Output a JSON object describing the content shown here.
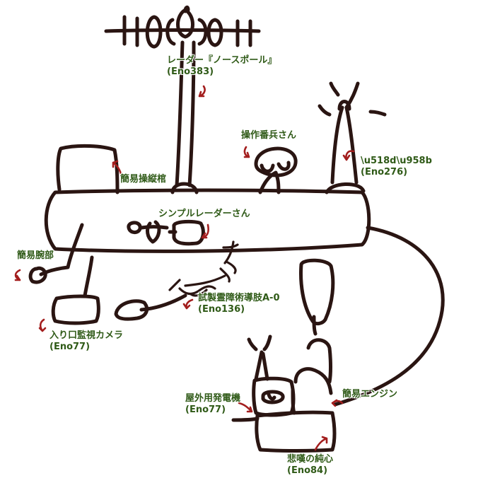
{
  "colors": {
    "ink": "#2a1512",
    "label_text": "#2f5a17",
    "arrow": "#a31e1e",
    "background": "#ffffff"
  },
  "labels": {
    "radar": {
      "line1": "レーダー『ノースポール』",
      "line2": "(Eno383)"
    },
    "operator": {
      "line1": "操作番兵さん"
    },
    "warning": {
      "line1": "\\u518d\\u958b",
      "line2": "(Eno276)"
    },
    "control_seat": {
      "line1": "簡易操縦棺"
    },
    "simple_radar": {
      "line1": "シンプルレーダーさん"
    },
    "arm": {
      "line1": "簡易腕部"
    },
    "prototype_limb": {
      "line1": "試製霊障術導肢A-0",
      "line2": "(Eno136)"
    },
    "entrance_camera": {
      "line1": "入り口監視カメラ",
      "line2": "(Eno77)"
    },
    "generator": {
      "line1": "屋外用発電機",
      "line2": "(Eno77)"
    },
    "engine": {
      "line1": "簡易エンジン"
    },
    "core": {
      "line1": "悲嘆の純心",
      "line2": "(Eno84)"
    }
  }
}
